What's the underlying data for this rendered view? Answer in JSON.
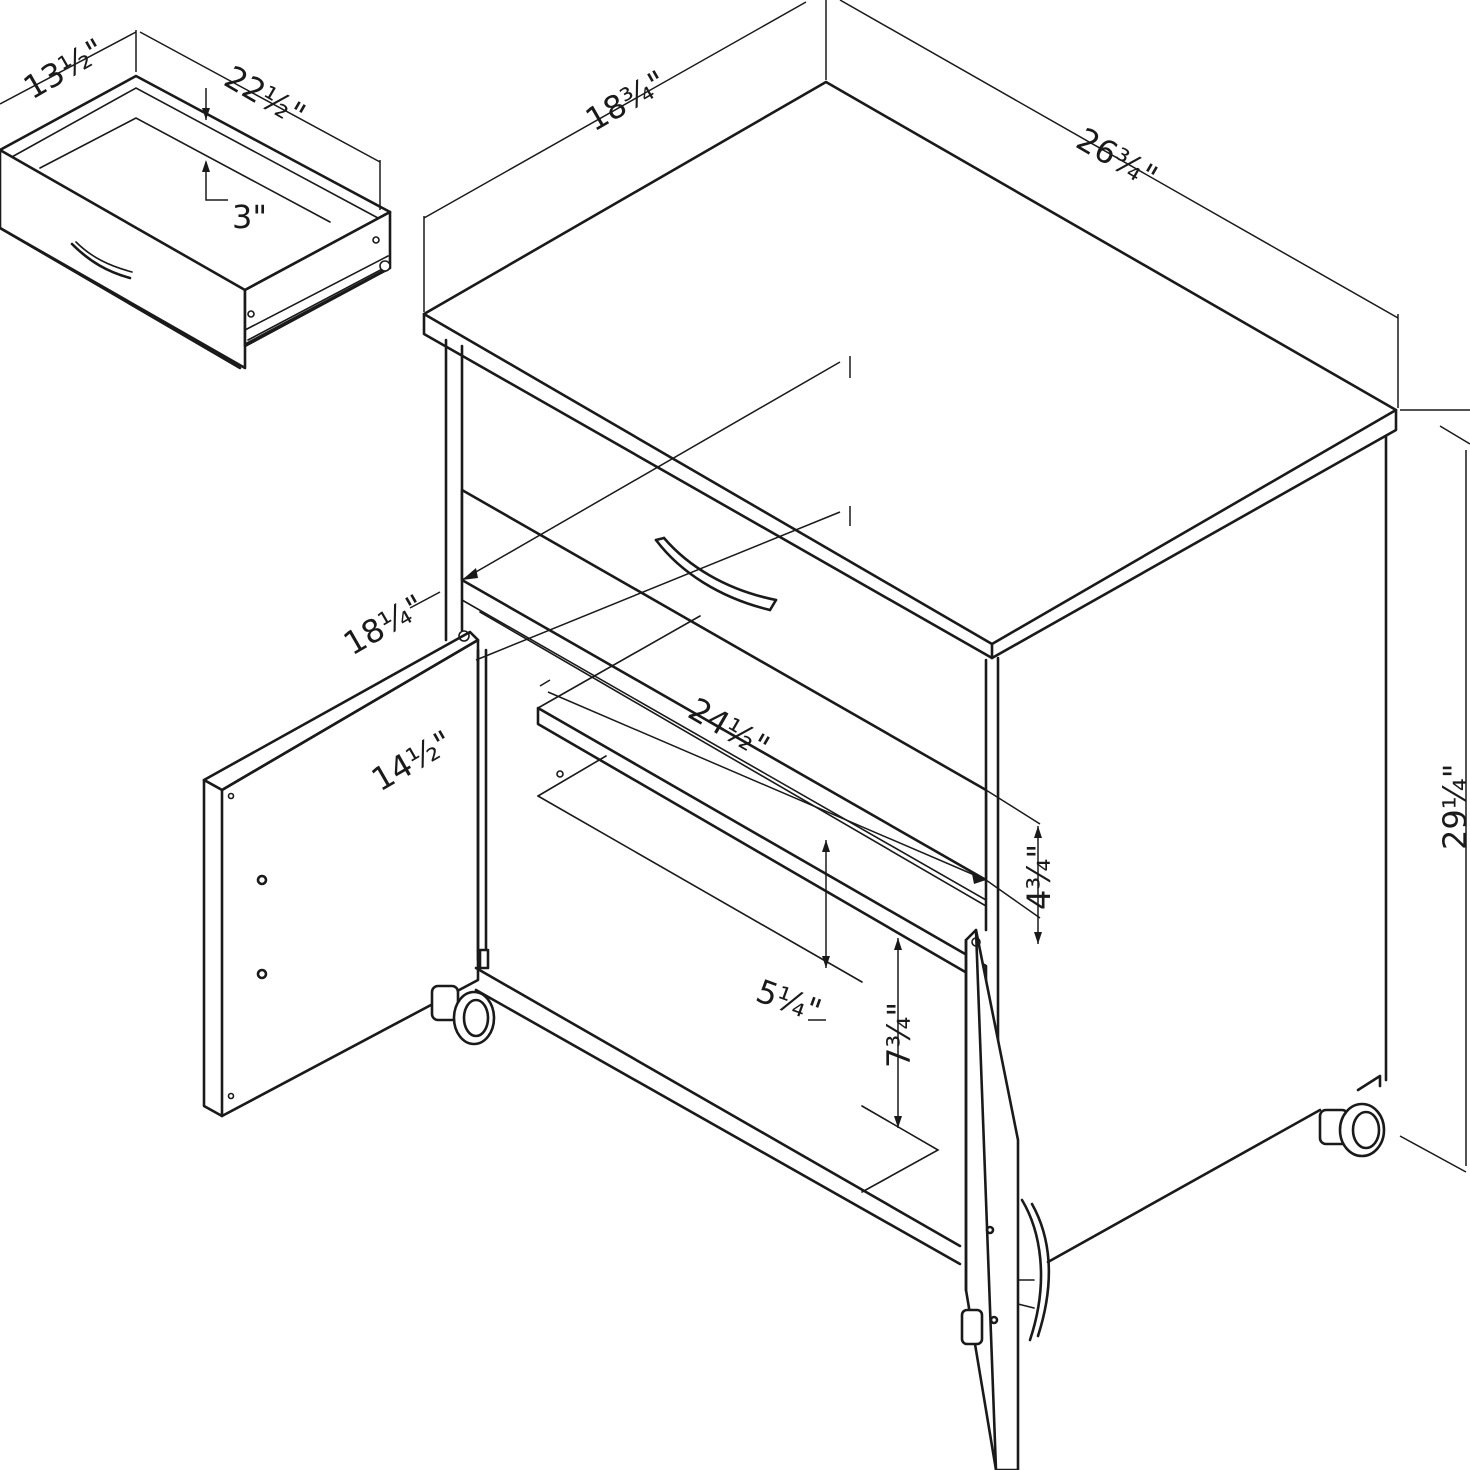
{
  "dimensions": {
    "drawer_depth": "13½\"",
    "drawer_width": "22½\"",
    "drawer_height": "3\"",
    "top_depth": "18¾\"",
    "top_width": "26¾\"",
    "overall_height": "29¼\"",
    "inner_depth": "18¼\"",
    "cabinet_depth": "14½\"",
    "inner_width": "24½\"",
    "drawer_opening_height": "4¾\"",
    "upper_shelf_clearance": "5¼\"",
    "lower_clearance": "7¾\""
  }
}
